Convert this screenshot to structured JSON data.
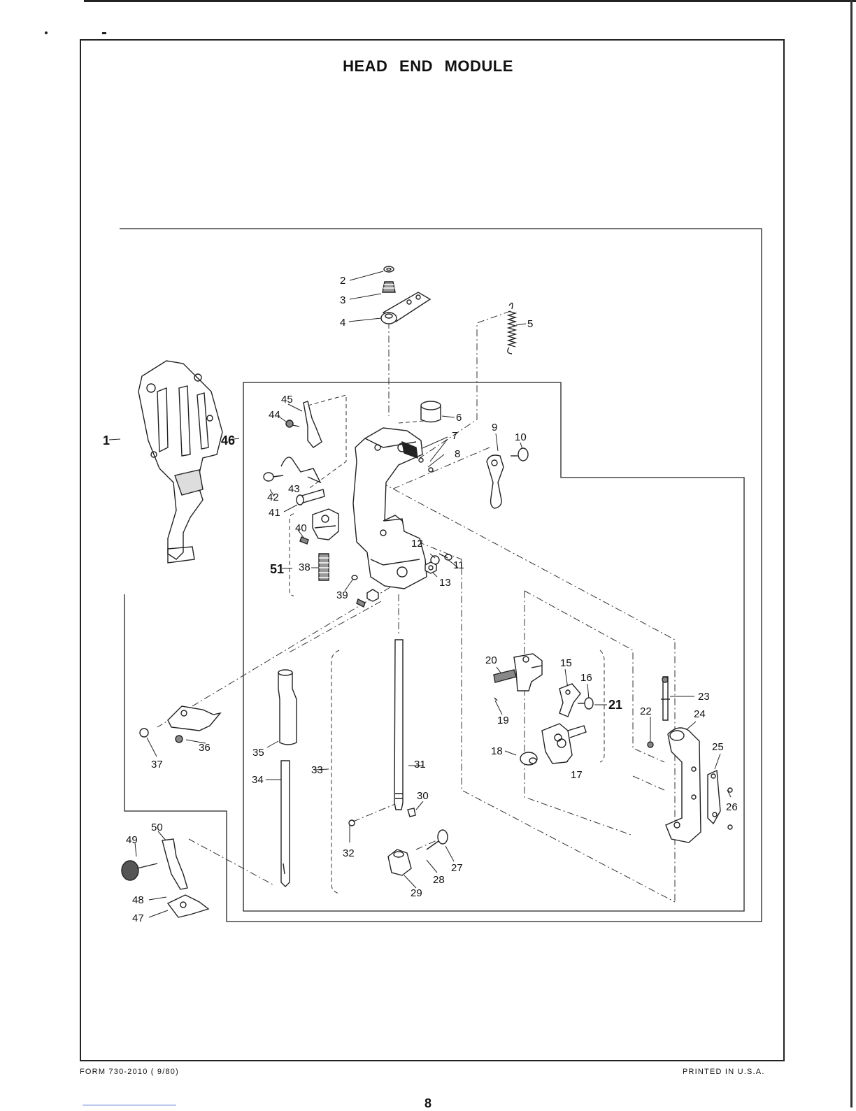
{
  "page": {
    "title": "HEAD END MODULE",
    "form_number": "FORM 730-2010 ( 9/80)",
    "printed_in": "PRINTED IN U.S.A.",
    "page_number": "8"
  },
  "callouts": {
    "c1": "1",
    "c2": "2",
    "c3": "3",
    "c4": "4",
    "c5": "5",
    "c6": "6",
    "c7": "7",
    "c8": "8",
    "c9": "9",
    "c10": "10",
    "c11": "11",
    "c12": "12",
    "c13": "13",
    "c15": "15",
    "c16": "16",
    "c17": "17",
    "c18": "18",
    "c19": "19",
    "c20": "20",
    "c21": "21",
    "c22": "22",
    "c23": "23",
    "c24": "24",
    "c25": "25",
    "c26": "26",
    "c27": "27",
    "c28": "28",
    "c29": "29",
    "c30": "30",
    "c31": "31",
    "c32": "32",
    "c33": "33",
    "c34": "34",
    "c35": "35",
    "c36": "36",
    "c37": "37",
    "c38": "38",
    "c39": "39",
    "c40": "40",
    "c41": "41",
    "c42": "42",
    "c43": "43",
    "c44": "44",
    "c45": "45",
    "c46": "46",
    "c47": "47",
    "c48": "48",
    "c49": "49",
    "c50": "50",
    "c51": "51"
  }
}
